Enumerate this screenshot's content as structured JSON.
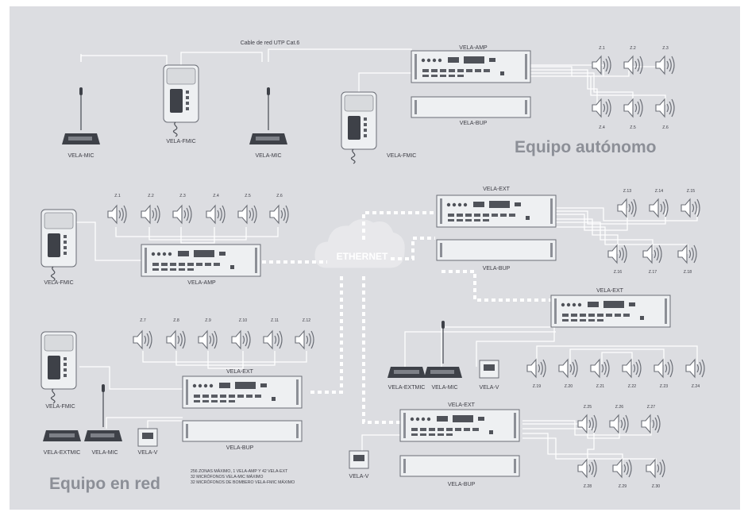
{
  "labels": {
    "cable": "Cable de red UTP Cat.6",
    "ethernet": "ETHERNET",
    "autonomous_title": "Equipo autónomo",
    "network_title": "Equipo en red",
    "notes": [
      "256 ZONAS MÁXIMO, 1 VELA-AMP Y 42 VELA-EXT",
      "32 MICRÓFONOS VELA-MIC MÁXIMO",
      "32 MICRÓFONOS DE BOMBERO VELA-FMIC MÁXIMO"
    ]
  },
  "devices": {
    "amp": "VELA-AMP",
    "ext": "VELA-EXT",
    "bup": "VELA-BUP",
    "mic": "VELA-MIC",
    "fmic": "VELA-FMIC",
    "extmic": "VELA-EXTMIC",
    "v": "VELA-V"
  },
  "zones": {
    "autonomous": [
      "Z.1",
      "Z.2",
      "Z.3",
      "Z.4",
      "Z.5",
      "Z.6"
    ],
    "net_amp": [
      "Z.1",
      "Z.2",
      "Z.3",
      "Z.4",
      "Z.5",
      "Z.6"
    ],
    "net_ext_left": [
      "Z.7",
      "Z.8",
      "Z.9",
      "Z.10",
      "Z.11",
      "Z.12"
    ],
    "net_ext_top_right": [
      "Z.13",
      "Z.14",
      "Z.15",
      "Z.16",
      "Z.17",
      "Z.18"
    ],
    "net_ext_mid_right": [
      "Z.19",
      "Z.20",
      "Z.21",
      "Z.22",
      "Z.23",
      "Z.24"
    ],
    "net_ext_bottom_right": [
      "Z.25",
      "Z.26",
      "Z.27",
      "Z.28",
      "Z.29",
      "Z.30"
    ]
  }
}
